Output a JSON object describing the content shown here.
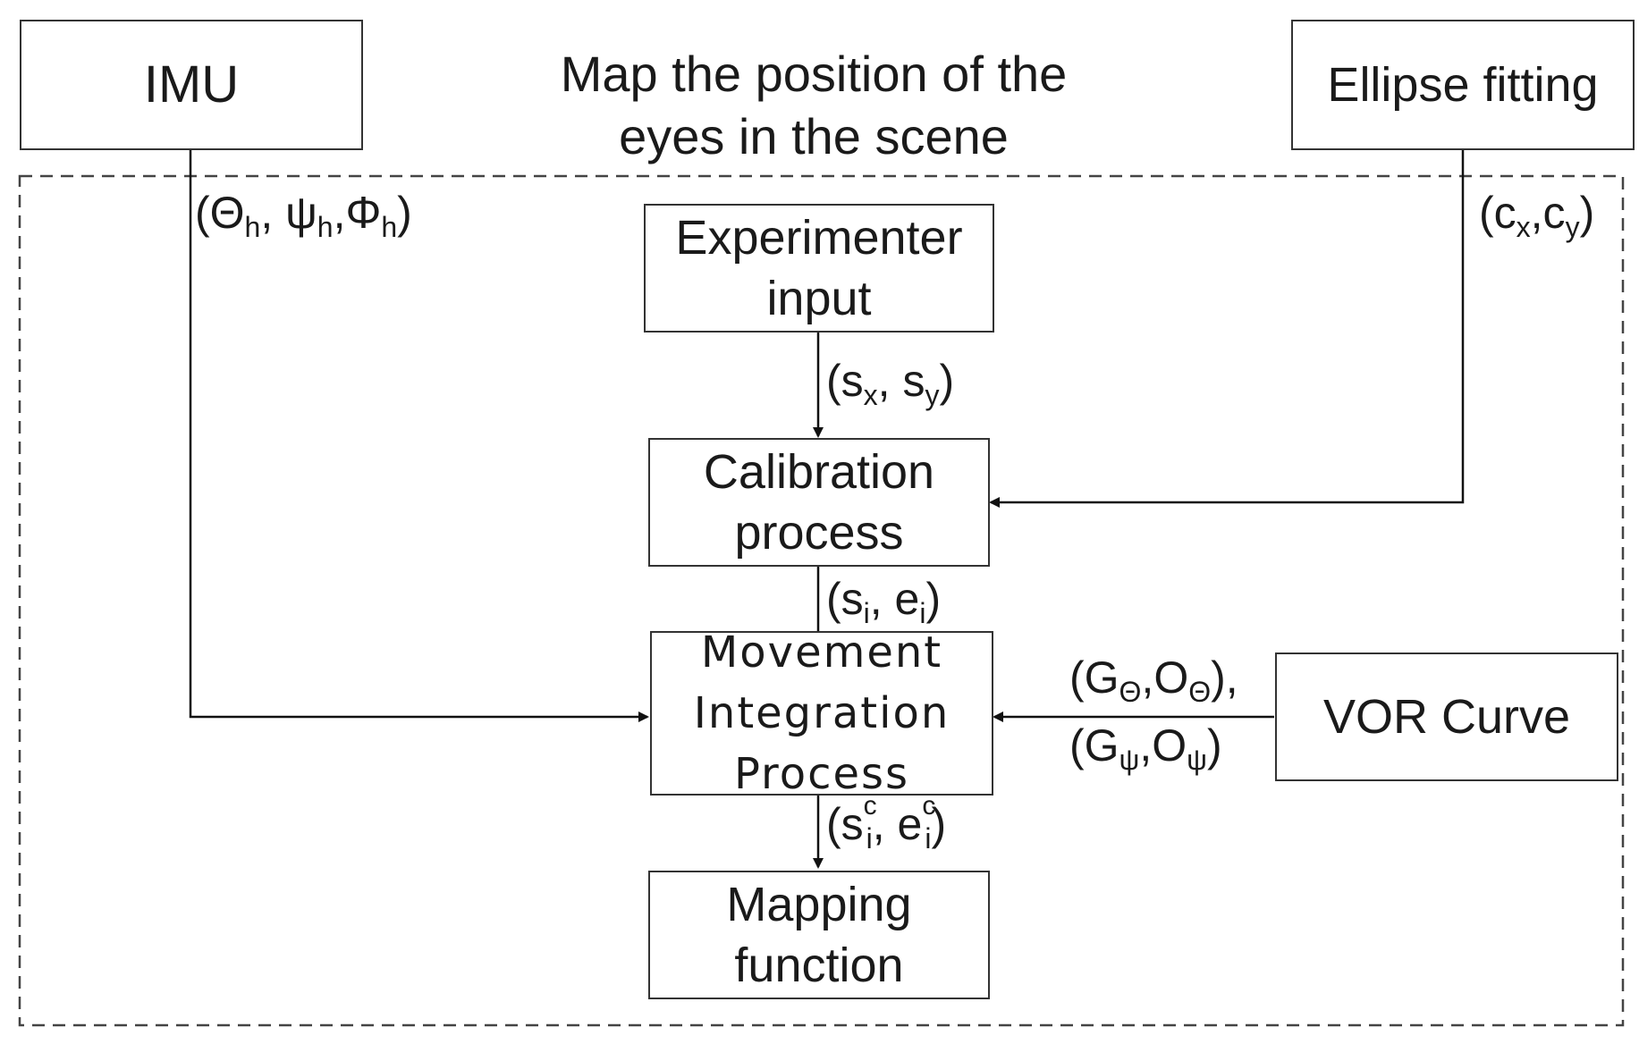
{
  "title": "Map the position of the eyes in the scene",
  "nodes": {
    "imu": "IMU",
    "ellipse": "Ellipse fitting",
    "experimenter": "Experimenter input",
    "calibration": "Calibration process",
    "movement": "Movement Integration Process",
    "vor": "VOR Curve",
    "mapping": "Mapping function"
  },
  "labels": {
    "imu_open": "(Θ",
    "imu_h1": "h",
    "imu_mid1": ", ψ",
    "imu_h2": "h",
    "imu_mid2": ",Φ",
    "imu_h3": "h",
    "imu_close": ")",
    "c_open": "(c",
    "c_x": "x",
    "c_mid": ",c",
    "c_y": "y",
    "c_close": ")",
    "s_open": "(s",
    "s_x": "x",
    "s_mid": ", s",
    "s_y": "y",
    "s_close": ")",
    "si_open": "(s",
    "si_i": "i",
    "si_mid": ", e",
    "si_i2": "i",
    "si_close": ")",
    "g1_open": "(G",
    "g1_th": "Θ",
    "g1_mid": ",O",
    "g1_th2": "Θ",
    "g1_close": "),",
    "g2_open": "(G",
    "g2_psi": "ψ",
    "g2_mid": ",O",
    "g2_psi2": "ψ",
    "g2_close": ")",
    "sc_open": "(s",
    "sc_c": "c",
    "sc_i": "i",
    "sc_mid": ", e",
    "sc_c2": "c",
    "sc_i2": "i",
    "sc_close": ")"
  }
}
